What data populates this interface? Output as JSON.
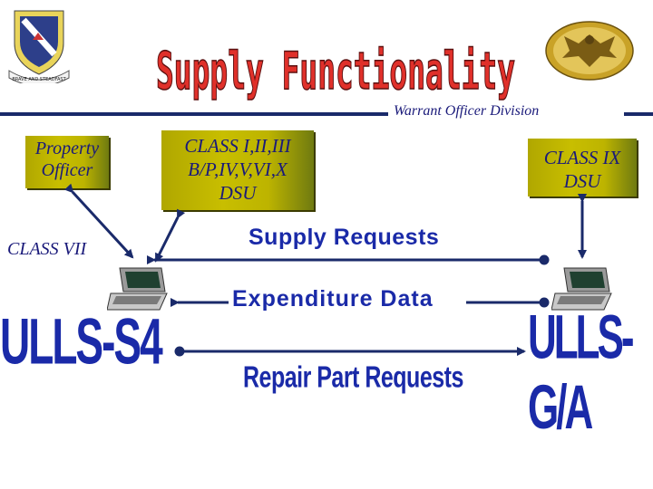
{
  "slide": {
    "title": "Supply Functionality",
    "division": "Warrant Officer Division",
    "boxes": {
      "property_officer": [
        "Property",
        "Officer"
      ],
      "classes": [
        "CLASS I,II,III",
        "B/P,IV,V,VI,X",
        "DSU"
      ],
      "class9": [
        "CLASS IX",
        "DSU"
      ]
    },
    "class7": "CLASS VII",
    "flows": {
      "supply_requests": "Supply Requests",
      "expenditure_data": "Expenditure Data",
      "repair_part_requests": "Repair Part Requests"
    },
    "systems": {
      "left": "ULLS-S4",
      "right": "ULLS-G/A"
    },
    "crest_motto": "BRAVE AND STEADFAST",
    "colors": {
      "title_red": "#e0302a",
      "box_gold": "#c8be00",
      "text_navy": "#1a1a7a",
      "label_blue": "#1a2aa8",
      "arrow_navy": "#1a2a6a"
    },
    "icons": [
      "regimental-crest-icon",
      "warrant-officer-eagle-icon",
      "laptop-icon"
    ]
  }
}
